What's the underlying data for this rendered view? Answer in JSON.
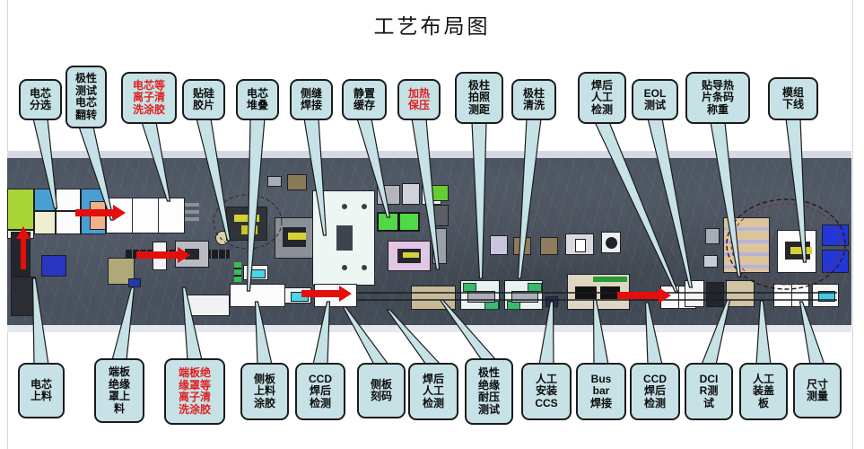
{
  "title": "工艺布局图",
  "colors": {
    "callout_fill": "#c6e2e6",
    "callout_border": "#1b1b1b",
    "emphasis_text": "#e02020",
    "floor": "#49525f",
    "flow_arrow": "#e60d0d"
  },
  "top_callouts": [
    {
      "label": "电芯\n分选",
      "emphasis": false
    },
    {
      "label": "极性\n测试\n电芯\n翻转",
      "emphasis": false
    },
    {
      "label": "电芯等\n离子清\n洗涂胶",
      "emphasis": true
    },
    {
      "label": "贴硅\n胶片",
      "emphasis": false
    },
    {
      "label": "电芯\n堆叠",
      "emphasis": false
    },
    {
      "label": "侧缝\n焊接",
      "emphasis": false
    },
    {
      "label": "静置\n缓存",
      "emphasis": false
    },
    {
      "label": "加热\n保压",
      "emphasis": true
    },
    {
      "label": "极柱\n拍照\n测距",
      "emphasis": false
    },
    {
      "label": "极柱\n清洗",
      "emphasis": false
    },
    {
      "label": "焊后\n人工\n检测",
      "emphasis": false
    },
    {
      "label": "EOL\n测试",
      "emphasis": false
    },
    {
      "label": "贴导热\n片条码\n称重",
      "emphasis": false
    },
    {
      "label": "模组\n下线",
      "emphasis": false
    }
  ],
  "bottom_callouts": [
    {
      "label": "电芯\n上料",
      "emphasis": false
    },
    {
      "label": "端板\n绝缘\n罩上\n料",
      "emphasis": false
    },
    {
      "label": "端板绝\n缘罩等\n离子清\n洗涂胶",
      "emphasis": true
    },
    {
      "label": "侧板\n上料\n涂胶",
      "emphasis": false
    },
    {
      "label": "CCD\n焊后\n检测",
      "emphasis": false
    },
    {
      "label": "侧板\n刻码",
      "emphasis": false
    },
    {
      "label": "焊后\n人工\n检测",
      "emphasis": false
    },
    {
      "label": "极性\n绝缘\n耐压\n测试",
      "emphasis": false
    },
    {
      "label": "人工\n安装\nCCS",
      "emphasis": false
    },
    {
      "label": "Bus\nbar\n焊接",
      "emphasis": false
    },
    {
      "label": "CCD\n焊后\n检测",
      "emphasis": false
    },
    {
      "label": "DCI\nR测\n试",
      "emphasis": false
    },
    {
      "label": "人工\n装盖\n板",
      "emphasis": false
    },
    {
      "label": "尺寸\n测量",
      "emphasis": false
    }
  ]
}
